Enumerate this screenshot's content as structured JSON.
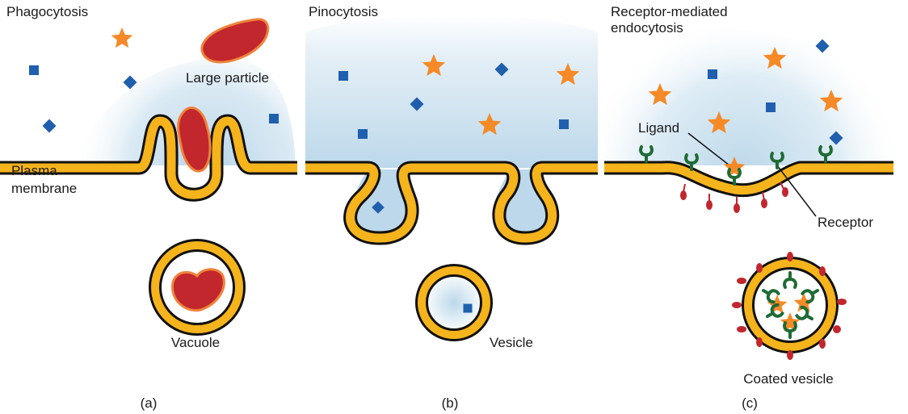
{
  "panels": {
    "a": {
      "title": "Phagocytosis",
      "membrane_label_line1": "Plasma",
      "membrane_label_line2": "membrane",
      "particle_label": "Large particle",
      "result_label": "Vacuole",
      "caption": "(a)"
    },
    "b": {
      "title": "Pinocytosis",
      "result_label": "Vesicle",
      "caption": "(b)"
    },
    "c": {
      "title_line1": "Receptor-mediated",
      "title_line2": "endocytosis",
      "ligand_label": "Ligand",
      "receptor_label": "Receptor",
      "result_label": "Coated vesicle",
      "caption": "(c)"
    }
  },
  "colors": {
    "membrane_fill": "#f5b31c",
    "membrane_outline": "#111111",
    "extracellular_fluid": "#bcd8ea",
    "particle": "#c1272d",
    "particle_outline": "#f0823a",
    "star": "#f58a27",
    "square": "#1f5fae",
    "receptor": "#1f6b35",
    "coat_protein": "#c1272d"
  },
  "icons": {
    "solute_star": "star-icon",
    "solute_square": "square-icon",
    "receptor": "receptor-icon",
    "coat_protein": "coat-protein-icon"
  }
}
